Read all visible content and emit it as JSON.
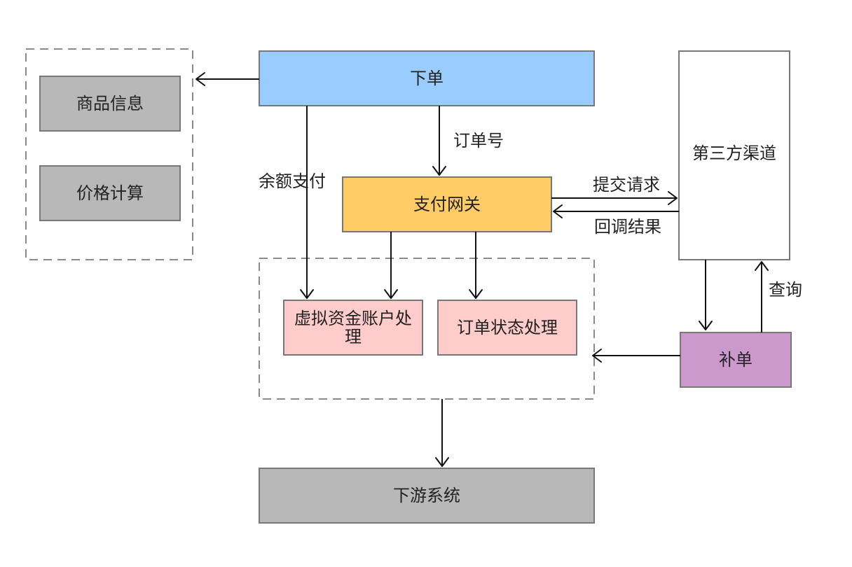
{
  "colors": {
    "order": "#99ccff",
    "gateway": "#ffcc66",
    "processing": "#ffcccc",
    "reorder": "#cc99cc",
    "gray": "#b8b8b8",
    "white": "#ffffff"
  },
  "nodes": {
    "order": "下单",
    "product_info": "商品信息",
    "price_calc": "价格计算",
    "payment_gateway": "支付网关",
    "virtual_account": [
      "虚拟资金账户处",
      "理"
    ],
    "order_status": "订单状态处理",
    "third_party": "第三方渠道",
    "reorder": "补单",
    "downstream": "下游系统"
  },
  "edges": {
    "order_number": "订单号",
    "balance_payment": "余额支付",
    "submit_request": "提交请求",
    "callback_result": "回调结果",
    "query": "查询"
  }
}
